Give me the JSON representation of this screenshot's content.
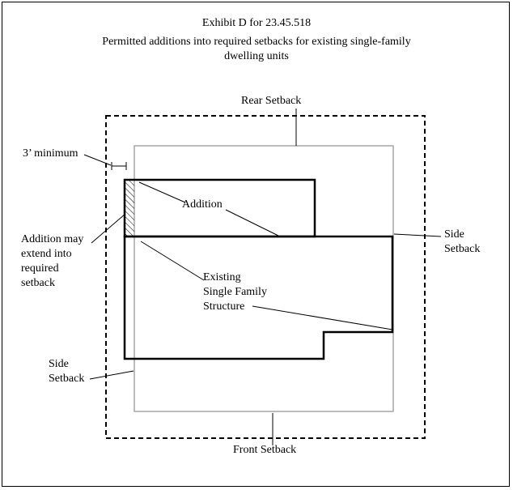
{
  "title": {
    "line1": "Exhibit D for 23.45.518",
    "line2": "Permitted additions into required setbacks for existing single-family",
    "line3": "dwelling units"
  },
  "labels": {
    "rear_setback": "Rear Setback",
    "minimum": "3’ minimum",
    "addition": "Addition",
    "addition_may_1": "Addition may",
    "addition_may_2": "extend into",
    "addition_may_3": "required",
    "addition_may_4": "setback",
    "existing_1": "Existing",
    "existing_2": "Single Family",
    "existing_3": "Structure",
    "side_setback_right_1": "Side",
    "side_setback_right_2": "Setback",
    "side_setback_left_1": "Side",
    "side_setback_left_2": "Setback",
    "front_setback": "Front Setback"
  },
  "colors": {
    "outline": "#000000",
    "setback_line": "#a6a6a6"
  }
}
